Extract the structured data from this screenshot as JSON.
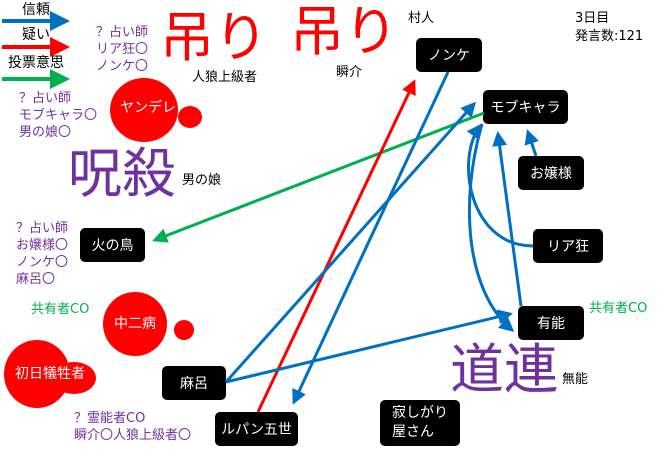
{
  "legend": [
    {
      "label": "信頼",
      "color": "#0070c0"
    },
    {
      "label": "疑い",
      "color": "#ff0000"
    },
    {
      "label": "投票意思",
      "color": "#00b050"
    }
  ],
  "info": {
    "day": "3日目",
    "posts": "発言数:121"
  },
  "nodes": {
    "nonke": "ノンケ",
    "mob": "モブキャラ",
    "ojou": "お嬢様",
    "riakyo": "リア狂",
    "yuno": "有能",
    "sabishi": "寂しがり\n屋さん",
    "lupin": "ルパン五世",
    "maro": "麻呂",
    "hinotori": "火の鳥",
    "chuni": "中二病",
    "shonichi": "初日犠牲者",
    "yandere": "ヤンデレ"
  },
  "fates": {
    "hang1": "吊り",
    "hang2": "吊り",
    "curse": "呪殺",
    "dragged": "道連"
  },
  "dead_names": {
    "jinro": "人狼上級者",
    "shunsuke": "瞬介",
    "murabito": "村人",
    "otokonoko": "男の娘",
    "muno": "無能"
  },
  "notes": {
    "yandere_seer": "？占い師\nリア狂〇\nノンケ〇",
    "otokonoko_seer": "？占い師\nモブキャラ〇\n男の娘〇",
    "hinotori_seer": "？占い師\nお嬢様〇\nノンケ〇\n麻呂〇",
    "chuni_co": "共有者CO",
    "yuno_co": "共有者CO",
    "medium": "？霊能者CO\n瞬介〇人狼上級者〇"
  }
}
